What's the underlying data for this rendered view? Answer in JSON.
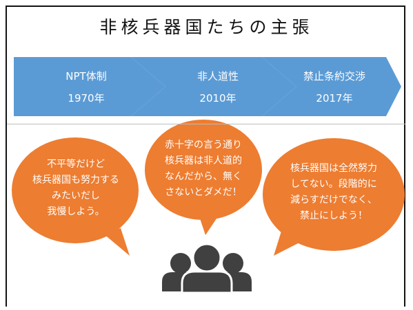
{
  "title": "非核兵器国たちの主張",
  "stages": [
    {
      "label": "NPT体制",
      "year": "1970年"
    },
    {
      "label": "非人道性",
      "year": "2010年"
    },
    {
      "label": "禁止条約交渉",
      "year": "2017年"
    }
  ],
  "bubbles": [
    {
      "text": "不平等だけど\n核兵器国も努力する\nみたいだし\n我慢しよう。"
    },
    {
      "text": "赤十字の言う通り\n核兵器は非人道的\nなんだから、無く\nさないとダメだ！"
    },
    {
      "text": "核兵器国は全然努力\nしてない。段階的に\n減らすだけでなく、\n禁止にしよう！"
    }
  ],
  "colors": {
    "chevron_fill": "#5b9bd5",
    "bubble_fill": "#ed7d31",
    "people_fill": "#404040"
  },
  "icons": [
    "people-group-icon"
  ]
}
